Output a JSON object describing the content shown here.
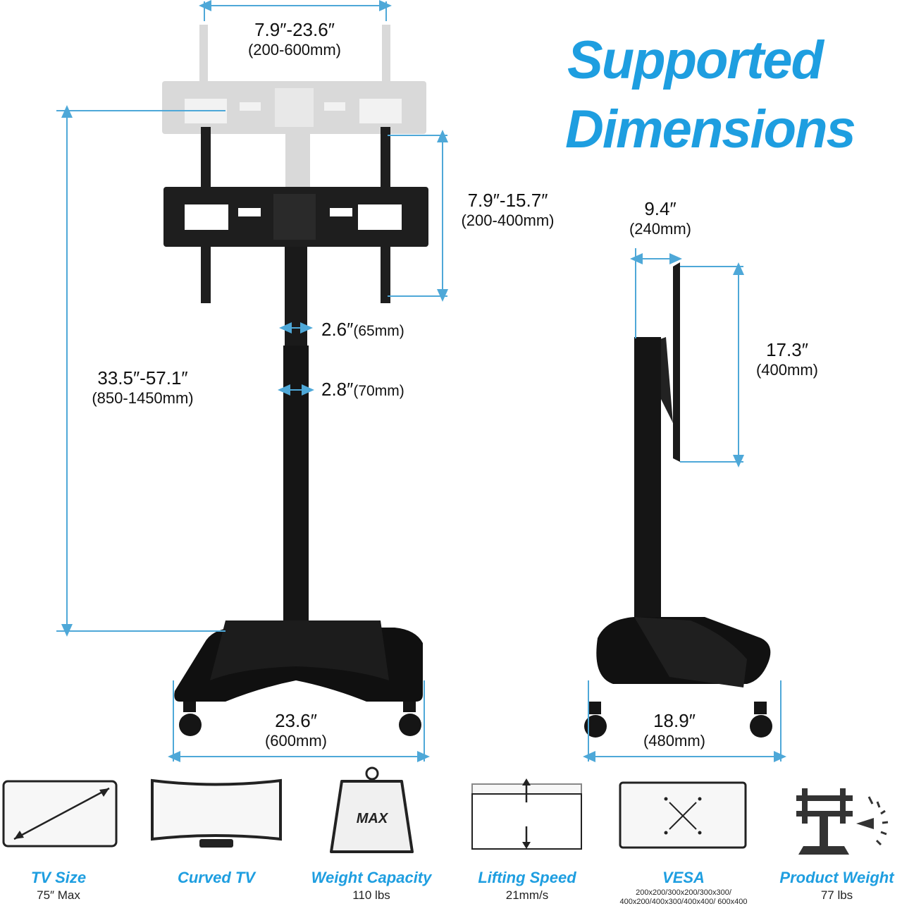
{
  "heading": {
    "line1": "Supported",
    "line2": "Dimensions"
  },
  "front": {
    "vesa_width": {
      "main": "7.9″-23.6″",
      "sub": "(200-600mm)"
    },
    "vesa_height": {
      "main": "7.9″-15.7″",
      "sub": "(200-400mm)"
    },
    "height_range": {
      "main": "33.5″-57.1″",
      "sub": "(850-1450mm)"
    },
    "pole_upper": {
      "main": "2.6″",
      "sub": "(65mm)"
    },
    "pole_lower": {
      "main": "2.8″",
      "sub": "(70mm)"
    },
    "base_width": {
      "main": "23.6″",
      "sub": "(600mm)"
    }
  },
  "side": {
    "depth_top": {
      "main": "9.4″",
      "sub": "(240mm)"
    },
    "panel_height": {
      "main": "17.3″",
      "sub": "(400mm)"
    },
    "base_depth": {
      "main": "18.9″",
      "sub": "(480mm)"
    }
  },
  "features": [
    {
      "icon": "tv-size-icon",
      "label": "TV Size",
      "value": "75″ Max"
    },
    {
      "icon": "curved-tv-icon",
      "label": "Curved TV",
      "value": ""
    },
    {
      "icon": "weight-icon",
      "label": "Weight Capacity",
      "value": "110 lbs",
      "badge": "MAX"
    },
    {
      "icon": "lifting-icon",
      "label": "Lifting Speed",
      "value": "21mm/s"
    },
    {
      "icon": "vesa-icon",
      "label": "VESA",
      "value": "200x200/300x200/300x300/ 400x200/400x300/400x400/ 600x400"
    },
    {
      "icon": "stand-weight-icon",
      "label": "Product Weight",
      "value": "77 lbs"
    }
  ],
  "colors": {
    "accent": "#1e9ee0",
    "dim_line": "#4ea8d8",
    "metal": "#1a1a1a",
    "ghost": "#d4d4d4"
  }
}
